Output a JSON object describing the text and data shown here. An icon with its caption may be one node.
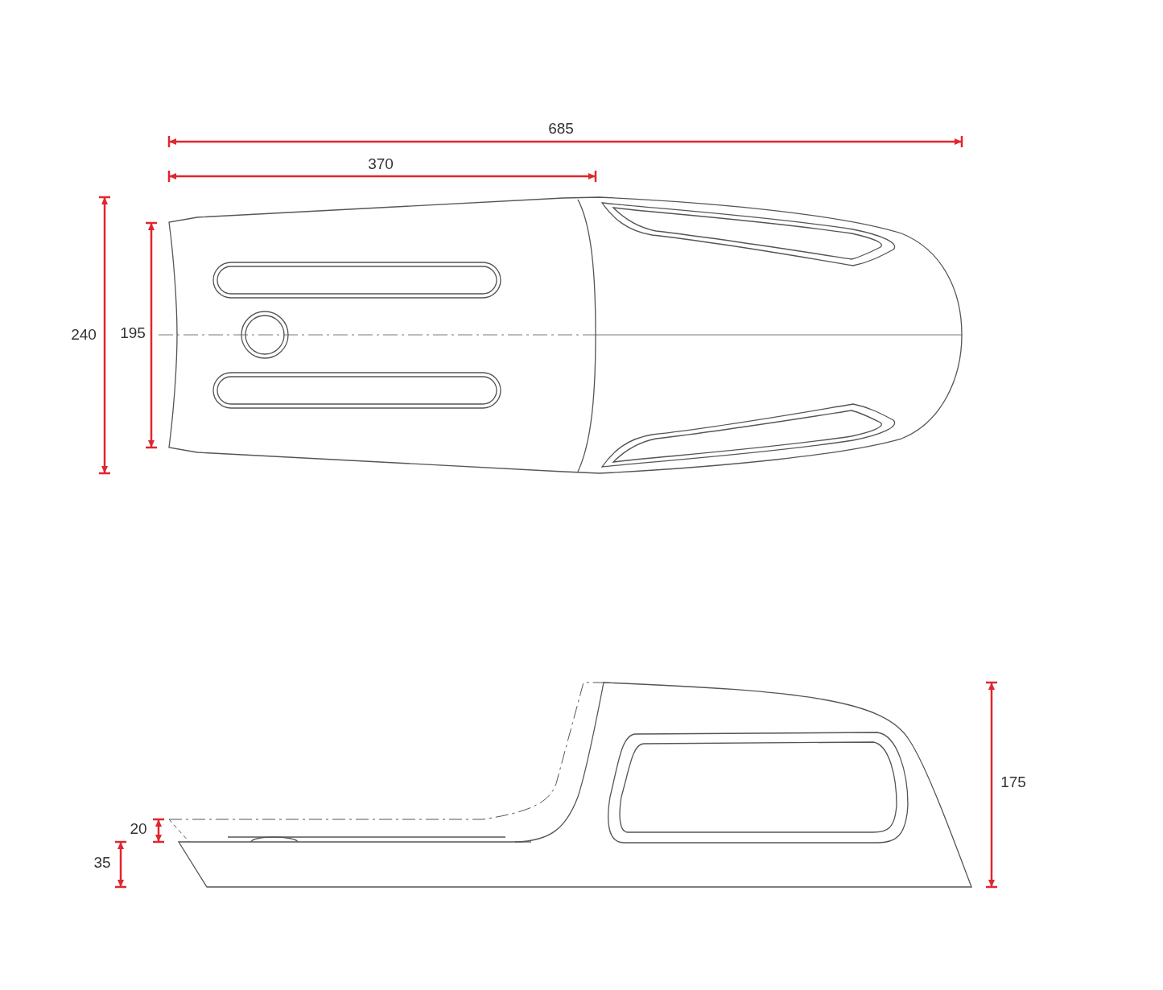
{
  "diagram": {
    "labels": [
      "685",
      "370",
      "240",
      "195",
      "175",
      "20",
      "35"
    ]
  }
}
